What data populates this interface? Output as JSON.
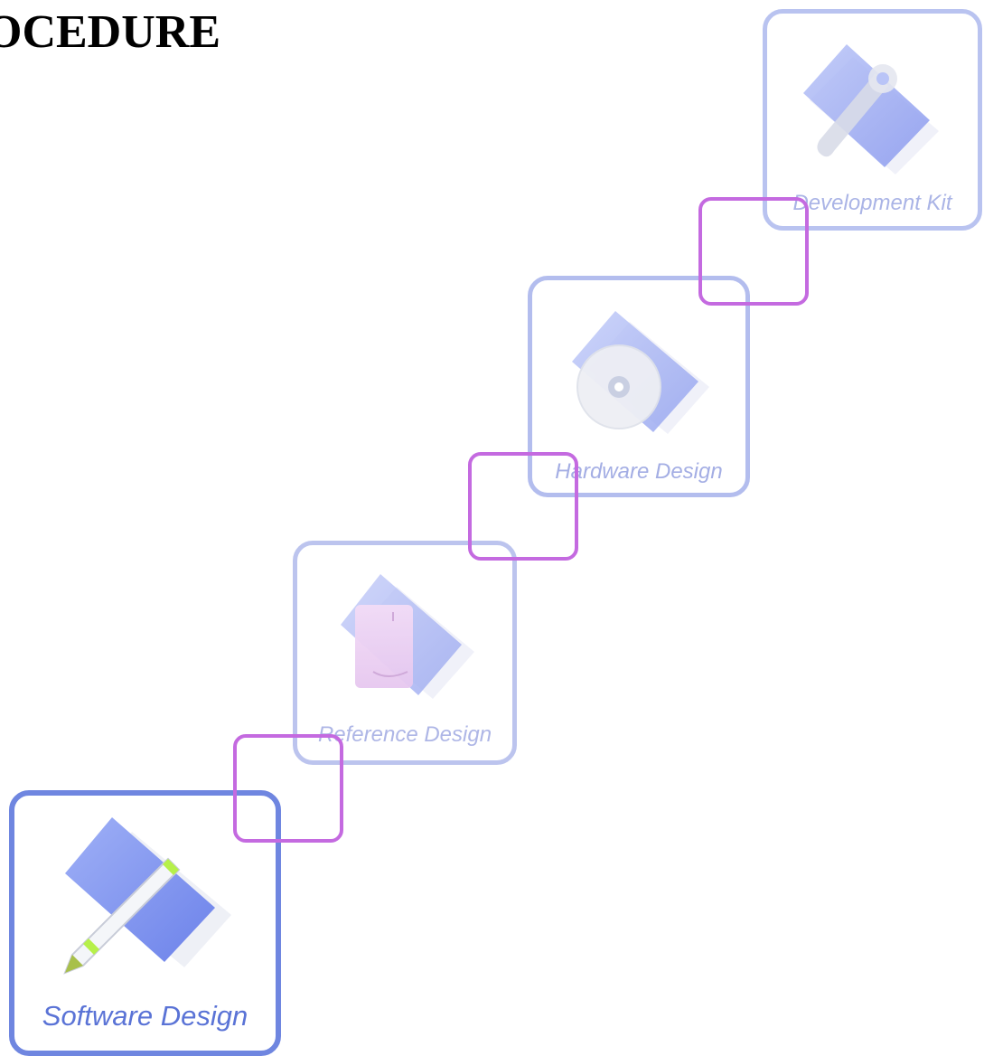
{
  "title": "OCEDURE",
  "steps": [
    {
      "id": "development-kit",
      "label": "Development Kit",
      "icon": "wrench-folder-icon"
    },
    {
      "id": "hardware-design",
      "label": "Hardware Design",
      "icon": "disc-folder-icon"
    },
    {
      "id": "reference-design",
      "label": "Reference Design",
      "icon": "document-folder-icon"
    },
    {
      "id": "software-design",
      "label": "Software Design",
      "icon": "pencil-folder-icon"
    }
  ],
  "colors": {
    "card_border_active": "#6f86e0",
    "card_border_faded": "#b9c3f0",
    "connector_border": "#c46ae0",
    "folder_blue": "#8c9ef2",
    "pencil_accent": "#b6f04a"
  }
}
